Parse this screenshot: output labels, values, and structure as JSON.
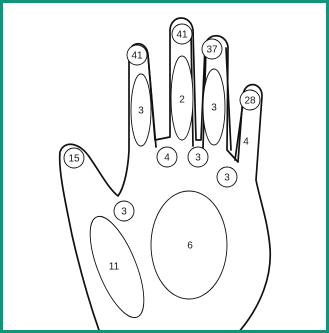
{
  "colors": {
    "border": "#139478",
    "outline": "#111111",
    "background": "#ffffff"
  },
  "regions": [
    {
      "name": "index-tip",
      "label": "41"
    },
    {
      "name": "middle-tip",
      "label": "41"
    },
    {
      "name": "ring-tip",
      "label": "37"
    },
    {
      "name": "little-tip",
      "label": "28"
    },
    {
      "name": "thumb-tip",
      "label": "15"
    },
    {
      "name": "index-proximal",
      "label": "3"
    },
    {
      "name": "middle-proximal",
      "label": "2"
    },
    {
      "name": "ring-proximal",
      "label": "3"
    },
    {
      "name": "little-proximal",
      "label": "4"
    },
    {
      "name": "index-base",
      "label": "4"
    },
    {
      "name": "middle-base",
      "label": "3"
    },
    {
      "name": "little-base",
      "label": "3"
    },
    {
      "name": "thumb-base",
      "label": "3"
    },
    {
      "name": "palm-center",
      "label": "6"
    },
    {
      "name": "thenar",
      "label": "11"
    }
  ]
}
